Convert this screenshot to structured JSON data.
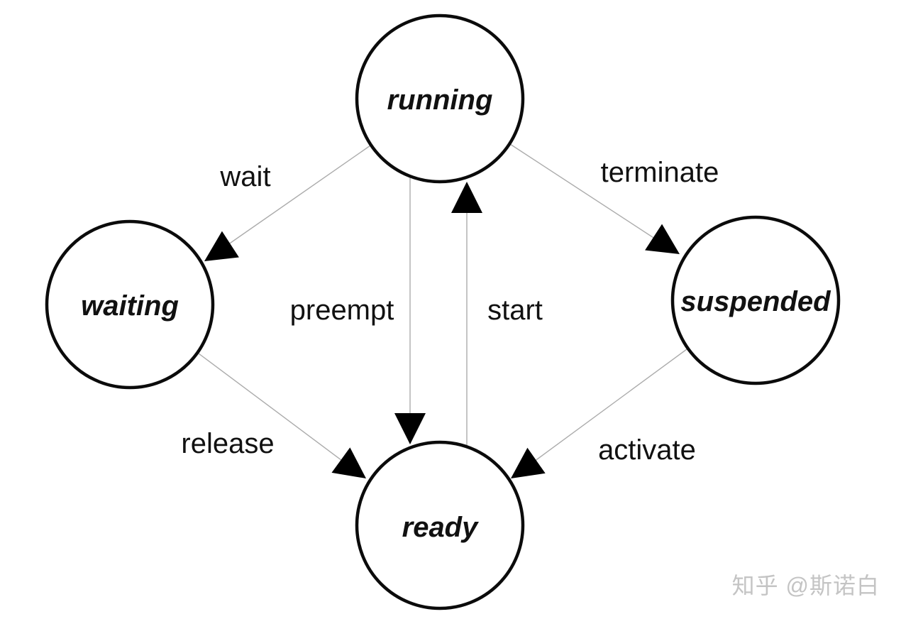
{
  "diagram": {
    "type": "state-transition-diagram",
    "states": [
      {
        "id": "running",
        "label": "running"
      },
      {
        "id": "waiting",
        "label": "waiting"
      },
      {
        "id": "suspended",
        "label": "suspended"
      },
      {
        "id": "ready",
        "label": "ready"
      }
    ],
    "transitions": [
      {
        "from": "running",
        "to": "waiting",
        "label": "wait"
      },
      {
        "from": "running",
        "to": "suspended",
        "label": "terminate"
      },
      {
        "from": "running",
        "to": "ready",
        "label": "preempt"
      },
      {
        "from": "ready",
        "to": "running",
        "label": "start"
      },
      {
        "from": "waiting",
        "to": "ready",
        "label": "release"
      },
      {
        "from": "suspended",
        "to": "ready",
        "label": "activate"
      }
    ],
    "colors": {
      "background": "#ffffff",
      "node_fill": "#ffffff",
      "node_stroke": "#0b0b0b",
      "edge_line": "#ababab",
      "arrowhead": "#000000",
      "label_text": "#111111",
      "watermark": "#c4c4c4"
    }
  },
  "watermark": {
    "text": "知乎 @斯诺白"
  }
}
